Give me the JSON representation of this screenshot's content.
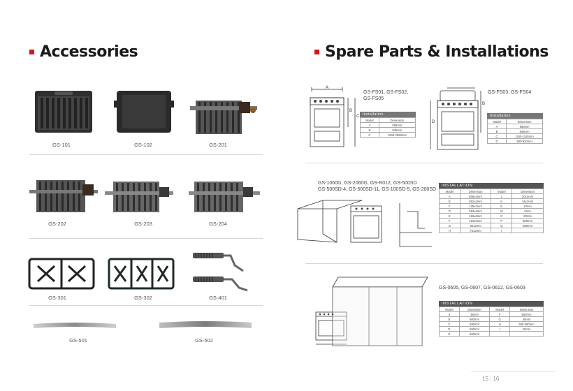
{
  "left": {
    "heading": "Accessories",
    "items": [
      {
        "code": "GS-101"
      },
      {
        "code": "GS-102"
      },
      {
        "code": "GS-201"
      },
      {
        "code": "GS-202"
      },
      {
        "code": "GS-203"
      },
      {
        "code": "GS-204"
      },
      {
        "code": "GS-301"
      },
      {
        "code": "GS-302"
      },
      {
        "code": "GS-401"
      },
      {
        "code": "GS-501"
      },
      {
        "code": "GS-502"
      }
    ]
  },
  "right": {
    "heading": "Spare Parts & Installations",
    "blocks": [
      {
        "models": "GS-FS01, GS-FS02,\nGS-FS05",
        "table_title": "Installation",
        "headers": [
          "Model",
          "Dimension"
        ],
        "rows": [
          [
            "A",
            "595mm"
          ],
          [
            "B",
            "845mm"
          ],
          [
            "C",
            "1500-2060mm"
          ]
        ]
      },
      {
        "models": "GS-FS03,   GS-FS04",
        "table_title": "Installation",
        "headers": [
          "Model",
          "Dimension"
        ],
        "rows": [
          [
            "A",
            "590mm"
          ],
          [
            "B",
            "845mm"
          ],
          [
            "C",
            "1180-1180mm"
          ],
          [
            "D",
            "900-920mm"
          ]
        ]
      }
    ],
    "block3": {
      "models": "GS-1060G, GS-2060G, GS-R012, GS-500SD\nGS-500SD-4, GS-500SD-11, GS-100SD-5, GS-200SD",
      "table_title": "INSTALLATION",
      "headers": [
        "Model",
        "Dimension",
        "Model",
        "Dimension"
      ],
      "rows": [
        [
          "A",
          "606±2mm",
          "L",
          "20±2mm"
        ],
        [
          "B",
          "552±2mm",
          "K",
          "24±2mm"
        ],
        [
          "C",
          "128±2mm",
          "N",
          "10mm"
        ],
        [
          "D",
          "553±2mm",
          "M",
          "5mm"
        ],
        [
          "E",
          "118±2mm",
          "O",
          "60mm"
        ],
        [
          "F",
          "113±2mm",
          "P",
          "550mm"
        ],
        [
          "G",
          "80±2mm",
          "Q",
          "560mm"
        ],
        [
          "H",
          "70±2mm",
          "I",
          ""
        ]
      ]
    },
    "block4": {
      "models": "GS-0605, GS-0607, GS-0612, GS-0603",
      "table_title": "INSTALLATION",
      "headers": [
        "Model",
        "Dimension",
        "Model",
        "Dimension"
      ],
      "rows": [
        [
          "A",
          "38mm",
          "F",
          "550mm"
        ],
        [
          "B",
          "560mm",
          "G",
          "45mm"
        ],
        [
          "C",
          "590mm",
          "H",
          "585-580mm"
        ],
        [
          "D",
          "590mm",
          "I",
          "20mm"
        ],
        [
          "E",
          "560mm",
          "",
          ""
        ]
      ]
    },
    "dim_letters": {
      "a": "A",
      "b": "B",
      "c": "C",
      "d": "D"
    }
  },
  "footer": {
    "page_left": "15",
    "page_right": "16"
  },
  "colors": {
    "accent": "#d4161c"
  }
}
